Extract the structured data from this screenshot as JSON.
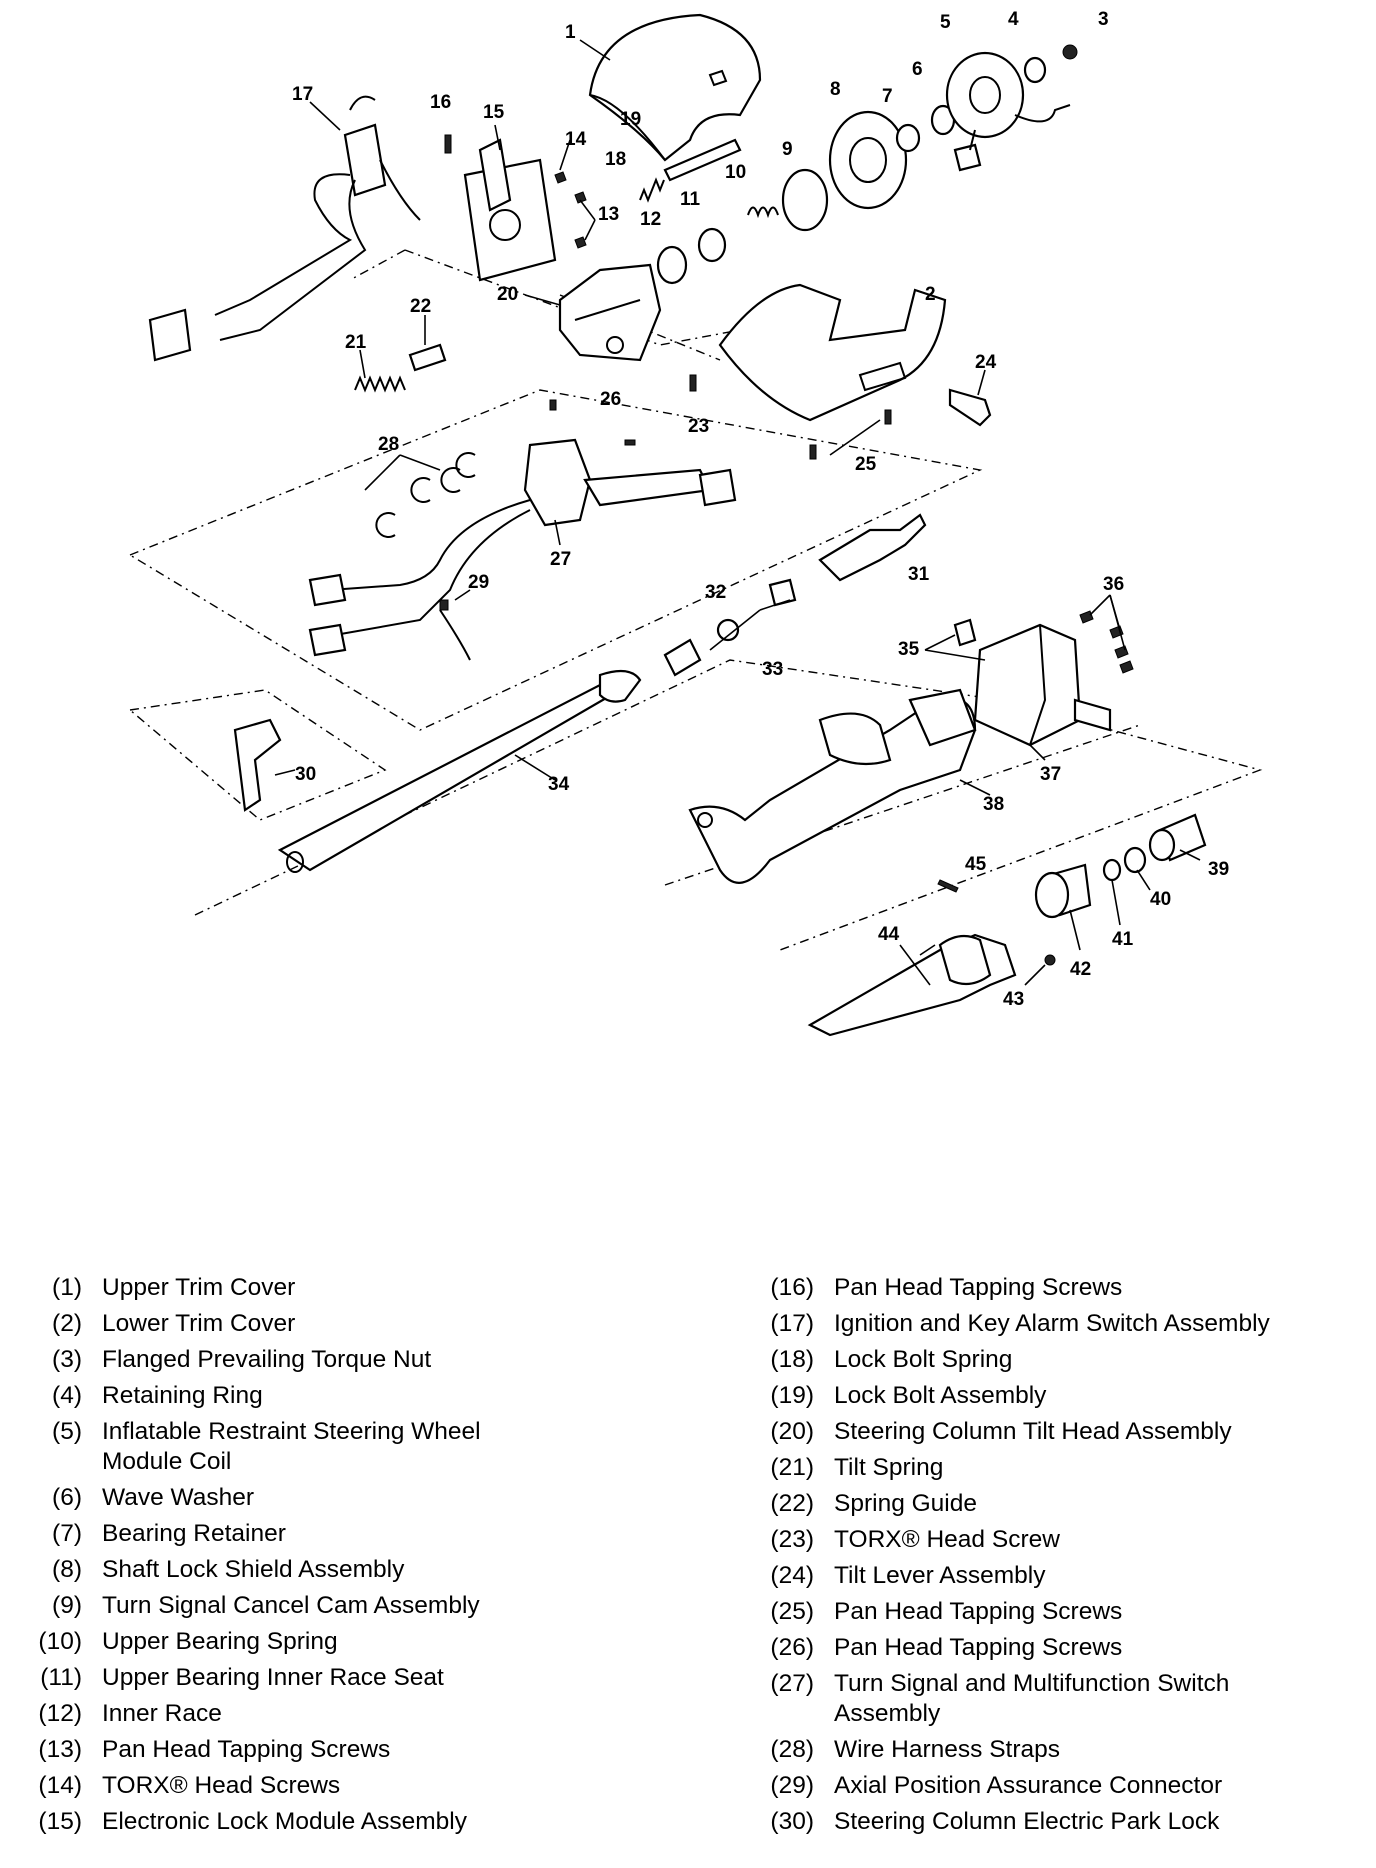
{
  "callouts": {
    "c1": "1",
    "c2": "2",
    "c3": "3",
    "c4": "4",
    "c5": "5",
    "c6": "6",
    "c7": "7",
    "c8": "8",
    "c9": "9",
    "c10": "10",
    "c11": "11",
    "c12": "12",
    "c13": "13",
    "c14": "14",
    "c15": "15",
    "c16": "16",
    "c17": "17",
    "c18": "18",
    "c19": "19",
    "c20": "20",
    "c21": "21",
    "c22": "22",
    "c23": "23",
    "c24": "24",
    "c25": "25",
    "c26": "26",
    "c27": "27",
    "c28": "28",
    "c29": "29",
    "c30": "30",
    "c31": "31",
    "c32": "32",
    "c33": "33",
    "c34": "34",
    "c35": "35",
    "c36": "36",
    "c37": "37",
    "c38": "38",
    "c39": "39",
    "c40": "40",
    "c41": "41",
    "c42": "42",
    "c43": "43",
    "c44": "44",
    "c45": "45"
  },
  "legend": {
    "left": [
      {
        "num": "(1)",
        "text": "Upper Trim Cover"
      },
      {
        "num": "(2)",
        "text": "Lower Trim Cover"
      },
      {
        "num": "(3)",
        "text": "Flanged Prevailing Torque Nut"
      },
      {
        "num": "(4)",
        "text": "Retaining Ring"
      },
      {
        "num": "(5)",
        "text": "Inflatable Restraint Steering Wheel Module Coil"
      },
      {
        "num": "(6)",
        "text": "Wave Washer"
      },
      {
        "num": "(7)",
        "text": "Bearing Retainer"
      },
      {
        "num": "(8)",
        "text": "Shaft Lock Shield Assembly"
      },
      {
        "num": "(9)",
        "text": "Turn Signal Cancel Cam Assembly"
      },
      {
        "num": "(10)",
        "text": "Upper Bearing Spring"
      },
      {
        "num": "(11)",
        "text": "Upper Bearing Inner Race Seat"
      },
      {
        "num": "(12)",
        "text": "Inner Race"
      },
      {
        "num": "(13)",
        "text": "Pan Head Tapping Screws"
      },
      {
        "num": "(14)",
        "text": "TORX® Head Screws"
      },
      {
        "num": "(15)",
        "text": "Electronic Lock Module Assembly"
      }
    ],
    "right": [
      {
        "num": "(16)",
        "text": "Pan Head Tapping Screws"
      },
      {
        "num": "(17)",
        "text": "Ignition and Key Alarm Switch Assembly"
      },
      {
        "num": "(18)",
        "text": "Lock Bolt Spring"
      },
      {
        "num": "(19)",
        "text": "Lock Bolt Assembly"
      },
      {
        "num": "(20)",
        "text": "Steering Column Tilt Head Assembly"
      },
      {
        "num": "(21)",
        "text": "Tilt Spring"
      },
      {
        "num": "(22)",
        "text": "Spring Guide"
      },
      {
        "num": "(23)",
        "text": "TORX® Head Screw"
      },
      {
        "num": "(24)",
        "text": "Tilt Lever Assembly"
      },
      {
        "num": "(25)",
        "text": "Pan Head Tapping Screws"
      },
      {
        "num": "(26)",
        "text": "Pan Head Tapping Screws"
      },
      {
        "num": "(27)",
        "text": "Turn Signal and Multifunction Switch Assembly"
      },
      {
        "num": "(28)",
        "text": "Wire Harness Straps"
      },
      {
        "num": "(29)",
        "text": "Axial Position Assurance Connector"
      },
      {
        "num": "(30)",
        "text": "Steering Column Electric Park Lock"
      }
    ]
  }
}
